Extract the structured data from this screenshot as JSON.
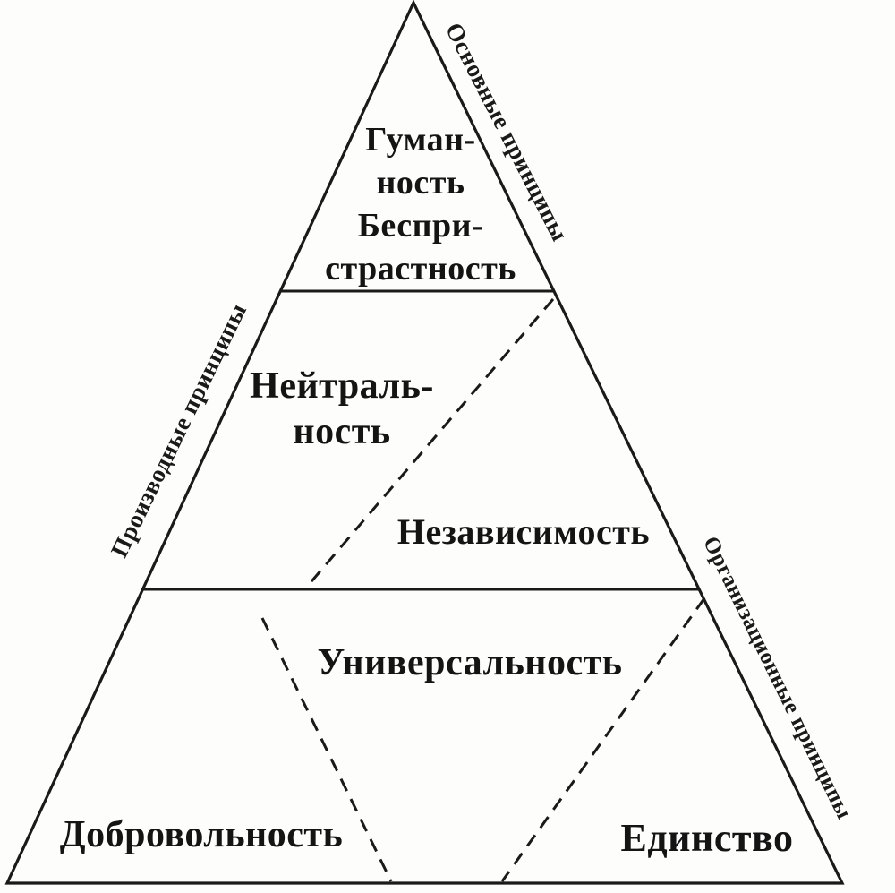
{
  "diagram": {
    "edge_labels": {
      "basic": "Основные принципы",
      "derived": "Производные принципы",
      "organizational": "Организационные принципы"
    },
    "regions": {
      "humanity_impartiality": "Гуман-\nность\nБеспри-\nстрастность",
      "neutrality": "Нейтраль-\nность",
      "independence": "Независимость",
      "universality": "Универсальность",
      "voluntariness": "Добровольность",
      "unity": "Единство"
    }
  }
}
